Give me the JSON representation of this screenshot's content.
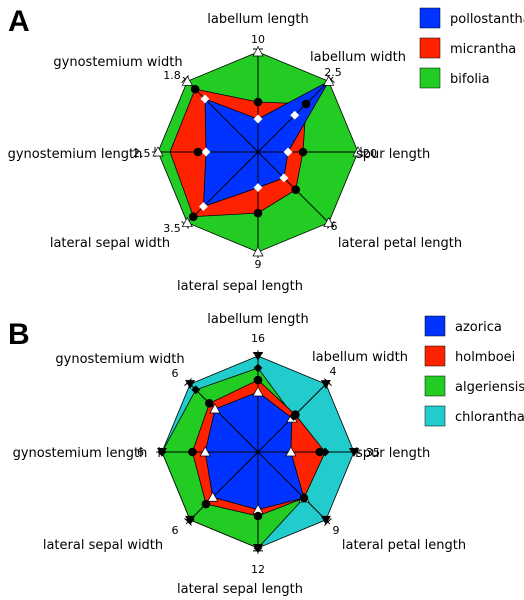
{
  "chart_data": [
    {
      "panel": "A",
      "type": "radar",
      "axes": [
        "labellum length",
        "labellum width",
        "spur length",
        "lateral petal length",
        "lateral sepal length",
        "lateral sepal width",
        "gynostemium length",
        "gynostemium width"
      ],
      "axis_max_labels": [
        "10",
        "2.5",
        "20",
        "6",
        "9",
        "3.5",
        "2.5",
        "1.8"
      ],
      "axis_max": [
        10,
        2.5,
        20,
        6,
        9,
        3.5,
        2.5,
        1.8
      ],
      "series": [
        {
          "name": "pollostantha",
          "color": "#0033ff",
          "values": [
            3.3,
            2.5,
            6.0,
            2.2,
            3.2,
            2.7,
            1.3,
            1.35
          ]
        },
        {
          "name": "micrantha",
          "color": "#ff2200",
          "values": [
            5.0,
            1.7,
            9.0,
            3.2,
            5.5,
            3.2,
            2.2,
            1.6
          ]
        },
        {
          "name": "bifolia",
          "color": "#22cc22",
          "values": [
            10,
            2.5,
            20,
            6,
            9,
            3.5,
            2.5,
            1.8
          ]
        }
      ],
      "markers": {
        "white_diamond": [
          3.3,
          1.3,
          6.0,
          2.2,
          3.2,
          2.7,
          1.3,
          1.35
        ],
        "black_circle": [
          5.0,
          1.7,
          9.0,
          3.2,
          5.5,
          3.2,
          1.5,
          1.6
        ],
        "white_triangle": [
          10,
          2.5,
          20,
          6,
          9,
          3.5,
          2.5,
          1.8
        ]
      }
    },
    {
      "panel": "B",
      "type": "radar",
      "axes": [
        "labellum length",
        "labellum width",
        "spur length",
        "lateral petal length",
        "lateral sepal length",
        "lateral sepal width",
        "gynostemium length",
        "gynostemium width"
      ],
      "axis_max_labels": [
        "16",
        "4",
        "35",
        "9",
        "12",
        "6",
        "6",
        "6"
      ],
      "axis_max": [
        16,
        4,
        35,
        9,
        12,
        6,
        6,
        6
      ],
      "series": [
        {
          "name": "azorica",
          "color": "#0033ff",
          "values": [
            10.0,
            2.0,
            12.0,
            6.1,
            7.2,
            4.0,
            3.3,
            3.8
          ]
        },
        {
          "name": "holmboei",
          "color": "#ff2200",
          "values": [
            12.0,
            2.2,
            24.5,
            6.1,
            8.0,
            4.6,
            4.1,
            4.3
          ]
        },
        {
          "name": "algeriensis",
          "color": "#22cc22",
          "values": [
            14.0,
            2.1,
            24.0,
            6.1,
            12.0,
            6.0,
            6.0,
            5.5
          ]
        },
        {
          "name": "chlorantha",
          "color": "#22cccc",
          "values": [
            16.0,
            4.0,
            35.0,
            9.0,
            12.0,
            6.0,
            6.0,
            6.0
          ]
        }
      ],
      "markers": {
        "white_triangle": [
          10.0,
          2.0,
          12.0,
          6.1,
          7.2,
          4.0,
          3.3,
          3.8
        ],
        "black_circle": [
          12.0,
          2.2,
          22.5,
          6.1,
          8.0,
          4.6,
          4.1,
          4.3
        ],
        "black_diamond": [
          14.0,
          2.1,
          24.5,
          6.1,
          12.0,
          6.0,
          6.0,
          5.5
        ],
        "black_triangle": [
          16.0,
          4.0,
          35.0,
          9.0,
          12.0,
          6.0,
          6.0,
          6.0
        ]
      }
    }
  ]
}
